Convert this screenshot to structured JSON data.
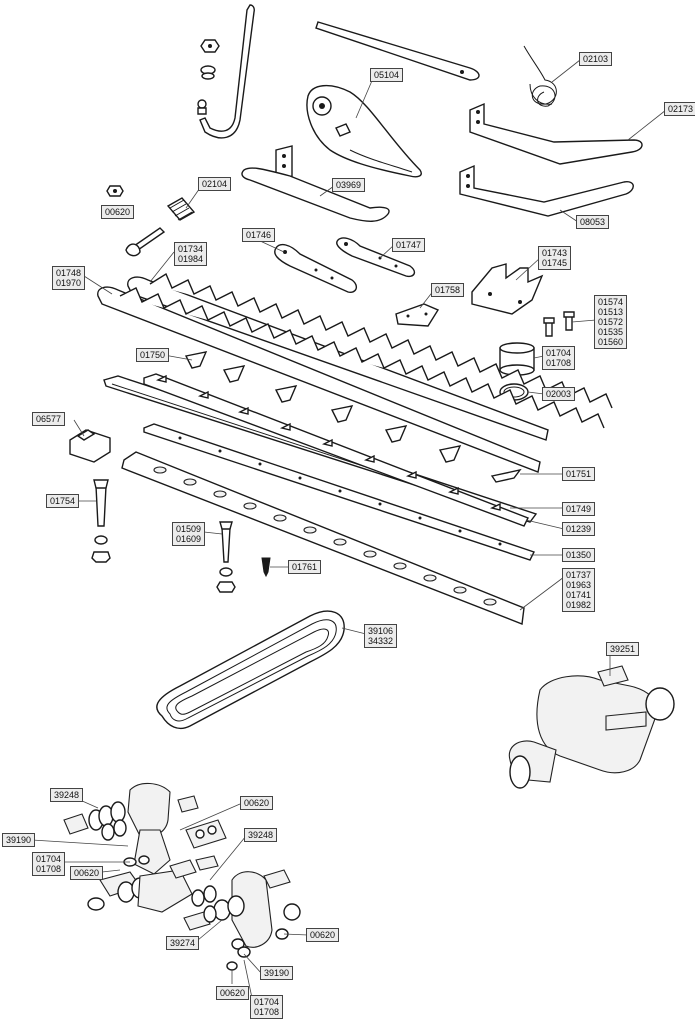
{
  "labels": {
    "l05104": "05104",
    "l02103": "02103",
    "l02173": "02173",
    "l02104": "02104",
    "l00620a": "00620",
    "l03969": "03969",
    "l08053": "08053",
    "l01746": "01746",
    "l01734": [
      "01734",
      "01984"
    ],
    "l01747": "01747",
    "l01743": [
      "01743",
      "01745"
    ],
    "l01748": [
      "01748",
      "01970"
    ],
    "l01758": "01758",
    "l01574": [
      "01574",
      "01513",
      "01572",
      "01535",
      "01560"
    ],
    "l01750": "01750",
    "l01704a": [
      "01704",
      "01708"
    ],
    "l02003": "02003",
    "l06577": "06577",
    "l01751": "01751",
    "l01754": "01754",
    "l01749": "01749",
    "l01239": "01239",
    "l01509": [
      "01509",
      "01609"
    ],
    "l01350": "01350",
    "l01761": "01761",
    "l01737": [
      "01737",
      "01963",
      "01741",
      "01982"
    ],
    "l39106": [
      "39106",
      "34332"
    ],
    "l39251": "39251",
    "l39248a": "39248",
    "l00620b": "00620",
    "l39248b": "39248",
    "l39190a": "39190",
    "l01704b": [
      "01704",
      "01708"
    ],
    "l00620c": "00620",
    "l00620d": "00620",
    "l39274": "39274",
    "l39190b": "39190",
    "l00620e": "00620",
    "l01704c": [
      "01704",
      "01708"
    ]
  }
}
